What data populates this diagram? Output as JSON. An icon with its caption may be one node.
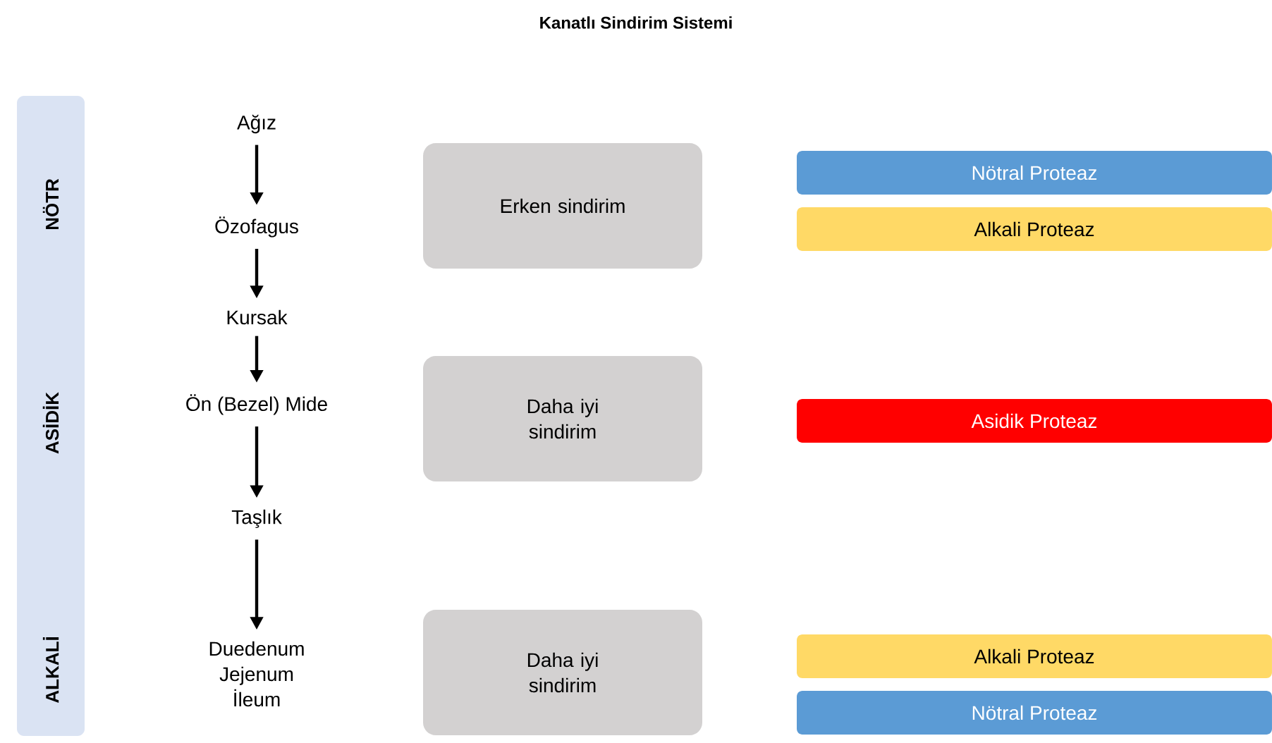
{
  "diagram": {
    "title": "Kanatlı Sindirim Sistemi",
    "nodes": [
      {
        "text": [
          "NÖTR",
          "ASİDİK",
          "ALKALİ"
        ]
      },
      {
        "text": [
          "Ağız"
        ]
      },
      {
        "text": [
          "Özofagus"
        ]
      },
      {
        "text": [
          "Kursak"
        ]
      },
      {
        "text": [
          "Ön (Bezel) Mide"
        ]
      },
      {
        "text": [
          "Taşlık"
        ]
      },
      {
        "text": [
          "Duedenum Jejenum İleum"
        ]
      },
      {
        "text": [
          "Erken sindirim"
        ]
      },
      {
        "text": [
          "Daha iyi sindirim"
        ]
      },
      {
        "text": [
          "Daha iyi sindirim"
        ]
      },
      {
        "text": [
          "Nötral Proteaz"
        ]
      },
      {
        "text": [
          "Alkali Proteaz"
        ]
      },
      {
        "text": [
          "Asidik Proteaz"
        ]
      },
      {
        "text": [
          "Alkali Proteaz"
        ]
      },
      {
        "text": [
          "Nötral Proteaz"
        ]
      }
    ],
    "edges": [
      {
        "from": 1,
        "to": 2,
        "arrow": "to"
      },
      {
        "from": 2,
        "to": 3,
        "arrow": "to"
      },
      {
        "from": 3,
        "to": 4,
        "arrow": "to"
      },
      {
        "from": 4,
        "to": 5,
        "arrow": "to"
      },
      {
        "from": 5,
        "to": 6,
        "arrow": "to"
      }
    ]
  }
}
